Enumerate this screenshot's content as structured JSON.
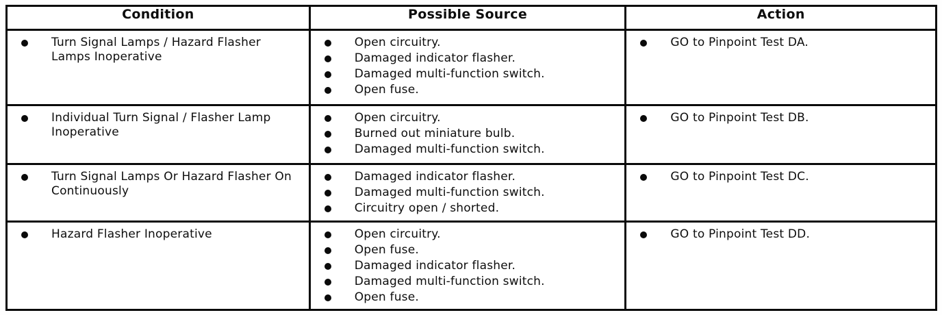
{
  "table": {
    "columns": [
      {
        "label": "Condition"
      },
      {
        "label": "Possible Source"
      },
      {
        "label": "Action"
      }
    ],
    "rows": [
      {
        "condition": [
          "Turn Signal Lamps / Hazard Flasher Lamps Inoperative"
        ],
        "sources": [
          "Open circuitry.",
          "Damaged indicator flasher.",
          "Damaged multi-function switch.",
          "Open fuse."
        ],
        "actions": [
          "GO to Pinpoint Test DA."
        ]
      },
      {
        "condition": [
          "Individual Turn Signal / Flasher Lamp Inoperative"
        ],
        "sources": [
          "Open circuitry.",
          "Burned out miniature bulb.",
          "Damaged multi-function switch."
        ],
        "actions": [
          "GO to Pinpoint Test DB."
        ]
      },
      {
        "condition": [
          "Turn Signal Lamps Or Hazard Flasher On Continuously"
        ],
        "sources": [
          "Damaged indicator flasher.",
          "Damaged multi-function switch.",
          "Circuitry open / shorted."
        ],
        "actions": [
          "GO to Pinpoint Test DC."
        ]
      },
      {
        "condition": [
          "Hazard Flasher Inoperative"
        ],
        "sources": [
          "Open circuitry.",
          "Open fuse.",
          "Damaged indicator flasher.",
          "Damaged multi-function switch.",
          "Open fuse."
        ],
        "actions": [
          "GO to Pinpoint Test DD."
        ]
      }
    ]
  }
}
